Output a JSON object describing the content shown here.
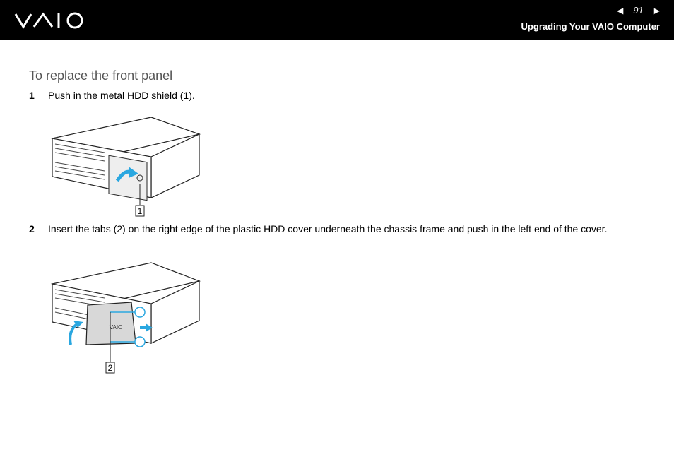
{
  "header": {
    "logo_name": "vaio-logo",
    "page_number": "91",
    "section_title": "Upgrading Your VAIO Computer",
    "prev_icon": "triangle-left-icon",
    "next_icon": "triangle-right-icon"
  },
  "content": {
    "heading": "To replace the front panel",
    "steps": [
      {
        "number": "1",
        "text": "Push in the metal HDD shield (1)."
      },
      {
        "number": "2",
        "text": "Insert the tabs (2) on the right edge of the plastic HDD cover underneath the chassis frame and push in the left end of the cover."
      }
    ],
    "figures": [
      {
        "callout": "1"
      },
      {
        "callout": "2"
      }
    ]
  }
}
